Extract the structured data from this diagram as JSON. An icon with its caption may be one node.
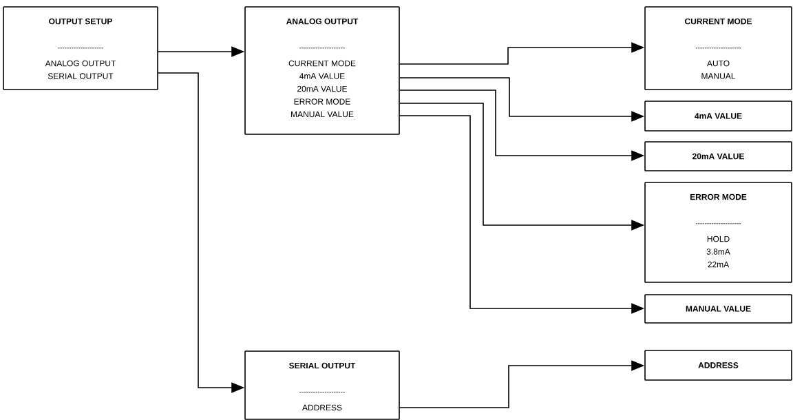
{
  "diagram": {
    "nodes": [
      {
        "text": [
          "OUTPUT SETUP",
          "--------------------",
          "ANALOG OUTPUT",
          "SERIAL OUTPUT"
        ]
      },
      {
        "text": [
          "ANALOG OUTPUT",
          "--------------------",
          "CURRENT MODE",
          "4mA VALUE",
          "20mA VALUE",
          "ERROR MODE",
          "MANUAL VALUE"
        ]
      },
      {
        "text": [
          "CURRENT MODE",
          "--------------------",
          "AUTO",
          "MANUAL"
        ]
      },
      {
        "text": [
          "4mA VALUE"
        ]
      },
      {
        "text": [
          "20mA VALUE"
        ]
      },
      {
        "text": [
          "ERROR MODE",
          "--------------------",
          "HOLD",
          "3.8mA",
          "22mA"
        ]
      },
      {
        "text": [
          "MANUAL VALUE"
        ]
      },
      {
        "text": [
          "SERIAL OUTPUT",
          "--------------------",
          "ADDRESS"
        ]
      },
      {
        "text": [
          "ADDRESS"
        ]
      }
    ],
    "edges": [
      {
        "from": 0,
        "to": 1,
        "arrow": "to"
      },
      {
        "from": 0,
        "to": 7,
        "arrow": "to"
      },
      {
        "from": 1,
        "to": 2,
        "arrow": "to"
      },
      {
        "from": 1,
        "to": 3,
        "arrow": "to"
      },
      {
        "from": 1,
        "to": 4,
        "arrow": "to"
      },
      {
        "from": 1,
        "to": 5,
        "arrow": "to"
      },
      {
        "from": 1,
        "to": 6,
        "arrow": "to"
      },
      {
        "from": 7,
        "to": 8,
        "arrow": "to"
      }
    ]
  }
}
